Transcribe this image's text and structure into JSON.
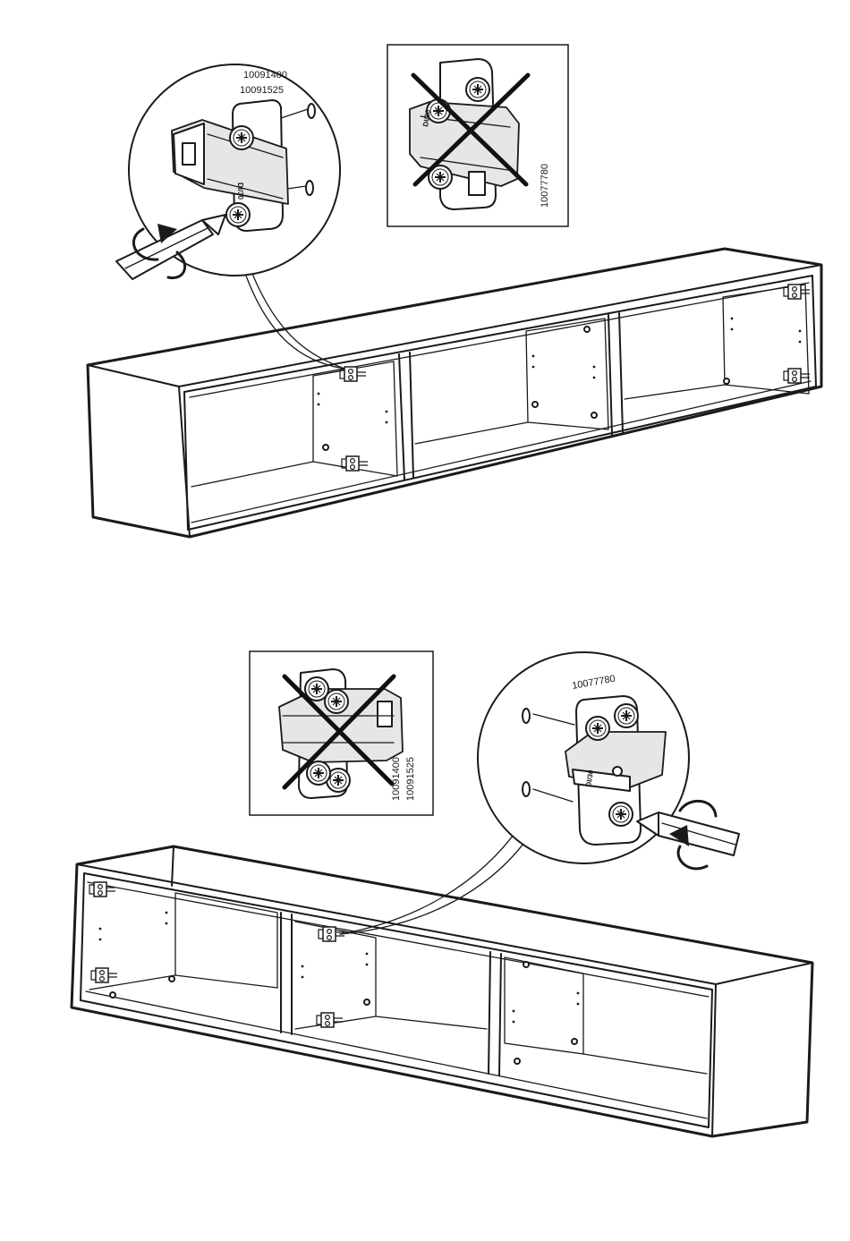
{
  "step_top": {
    "callout_part_numbers": [
      "10091400",
      "10091525"
    ],
    "incorrect_panel_part_number": "10077780"
  },
  "step_bottom": {
    "callout_part_number": "10077780",
    "incorrect_panel_part_numbers": [
      "10091400",
      "10091525"
    ]
  },
  "hinge_marking": "DI/30"
}
